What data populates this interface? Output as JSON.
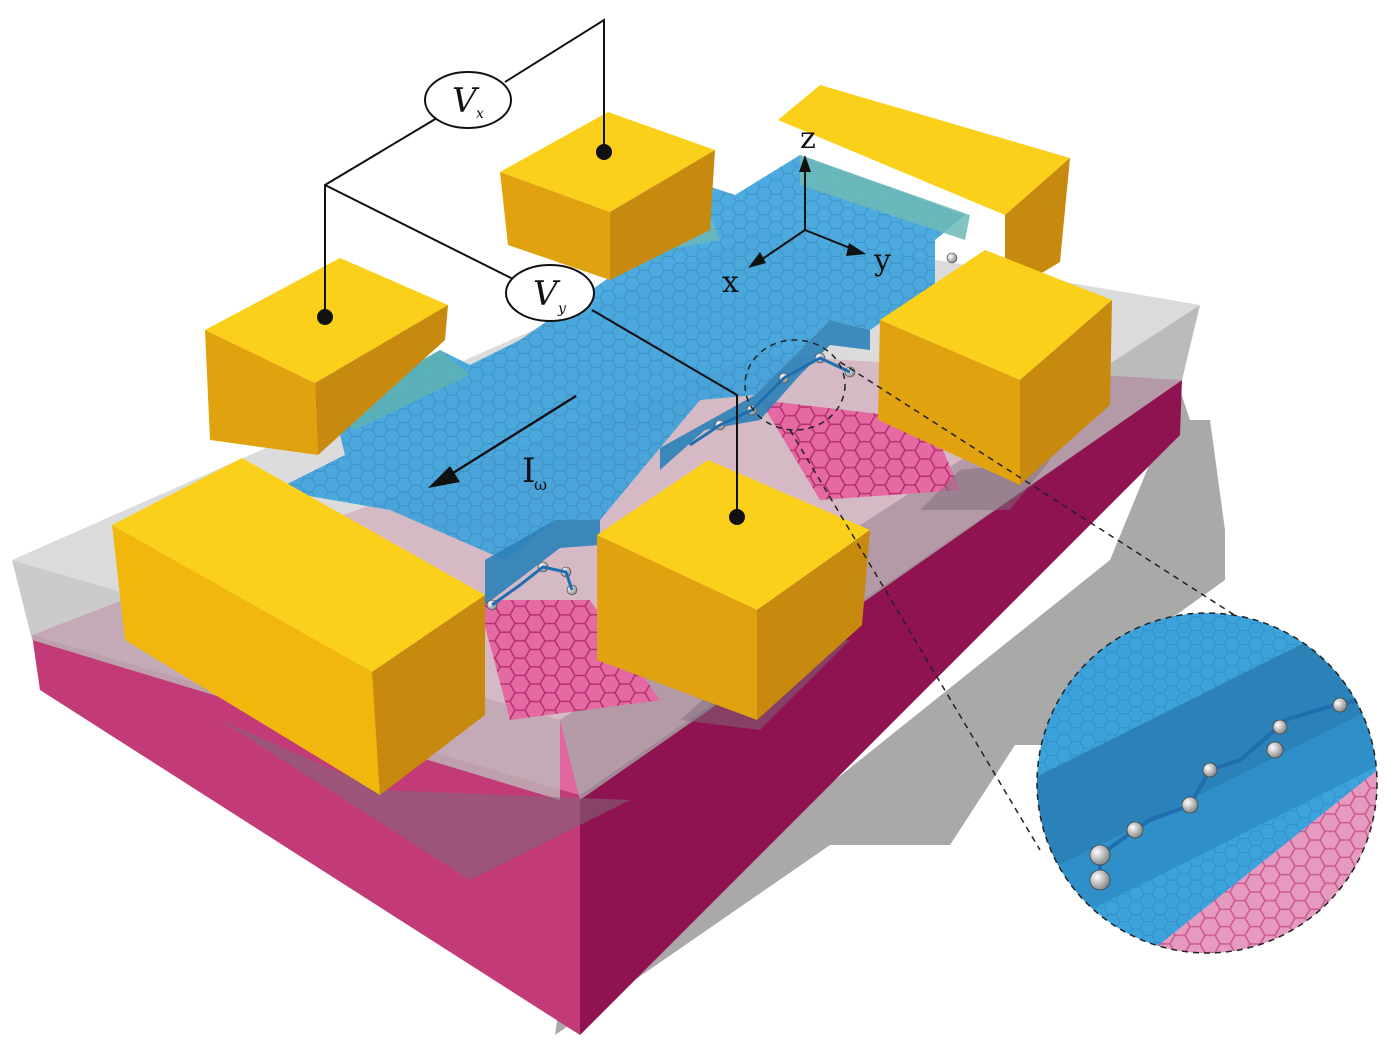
{
  "labels": {
    "vx_main": "V",
    "vx_sub": "x",
    "vy_main": "V",
    "vy_sub": "y",
    "current_main": "I",
    "current_sub": "ω",
    "axis_z": "z",
    "axis_x": "x",
    "axis_y": "y"
  },
  "colors": {
    "substrate_top": "#e0679f",
    "substrate_front": "#c23a78",
    "substrate_side": "#8e1350",
    "insulator_gray": "#c8c8c8",
    "channel_blue": "#3ba2dc",
    "gold_top": "#fbd01a",
    "gold_front": "#f1b70d",
    "gold_side": "#c8890f",
    "shadow": "#8a8a8a"
  },
  "components": {
    "electrode_count": 6,
    "voltmeter_count": 2,
    "lattice": "honeycomb",
    "inset": "magnified-edge-view"
  }
}
